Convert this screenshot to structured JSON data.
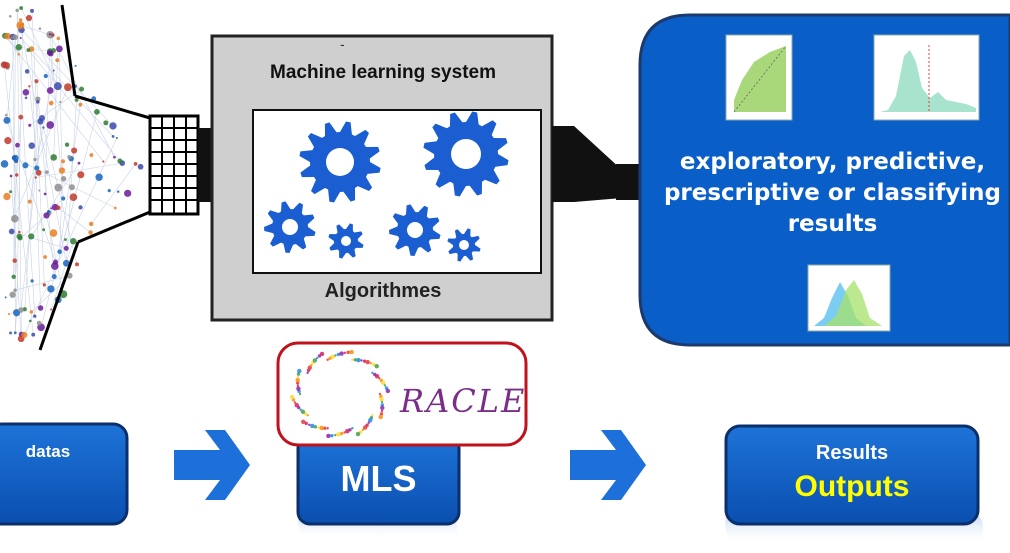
{
  "system": {
    "dash": "-",
    "title": "Machine learning system",
    "algorithms_label": "Algorithmes"
  },
  "results_panel": {
    "text": "exploratory, predictive, prescriptive or classifying results"
  },
  "pipeline": {
    "input_label": "datas",
    "arrow_1": "right-arrow-icon",
    "middle_label": "MLS",
    "arrow_2": "right-arrow-icon",
    "output_title": "Results",
    "output_subtitle": "Outputs"
  },
  "logo": {
    "text": "RACLE"
  },
  "colors": {
    "blue": "#0a5ec8",
    "navy": "#0b2f6b",
    "gear": "#1a5ed1",
    "panel_border": "#1d3a6e",
    "logo_border": "#c0121a",
    "outputs_yellow": "#ffff00",
    "arrow_blue": "#1d6fd9"
  }
}
